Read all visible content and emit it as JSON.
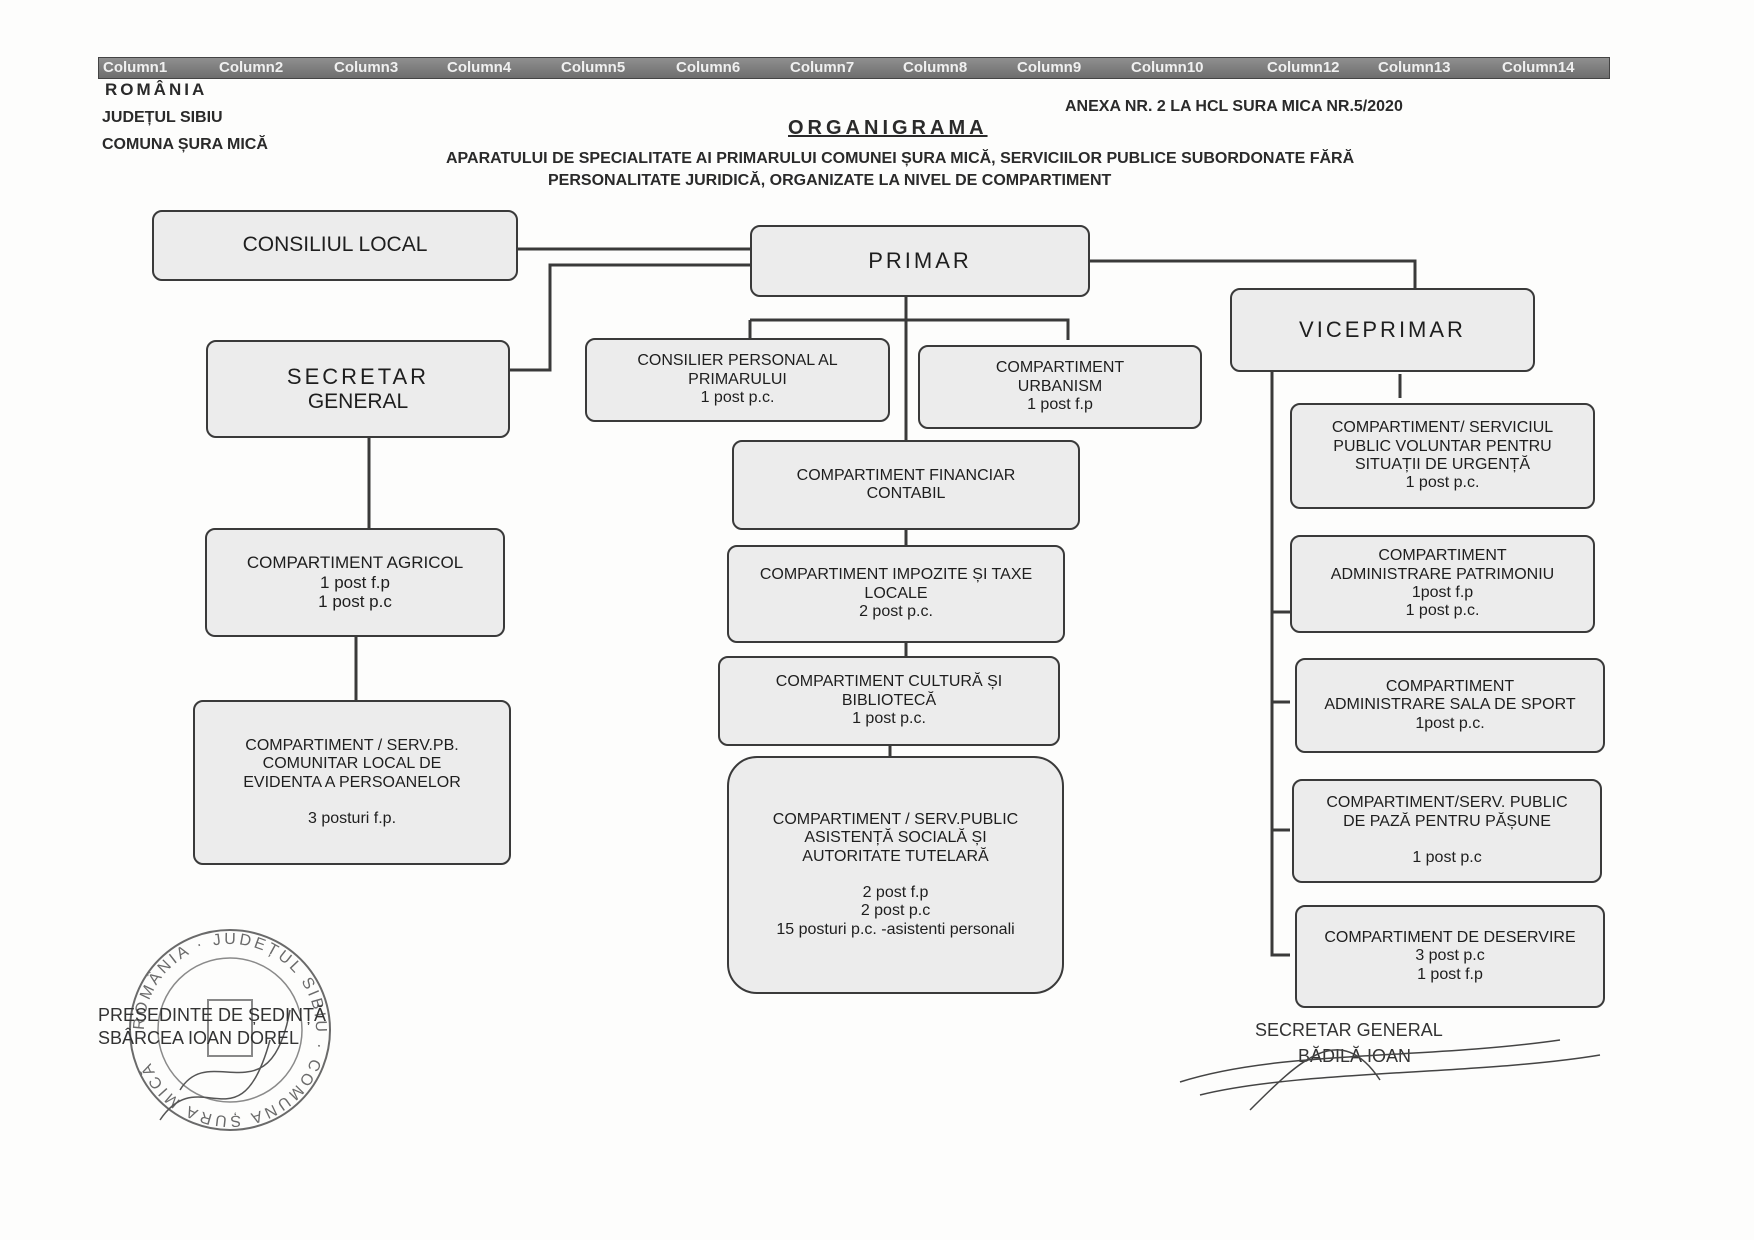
{
  "header": {
    "columns": [
      "Column1",
      "Column2",
      "Column3",
      "Column4",
      "Column5",
      "Column6",
      "Column7",
      "Column8",
      "Column9",
      "Column10",
      "Column12",
      "Column13",
      "Column14"
    ],
    "country": "ROMÂNIA",
    "county": "JUDEȚUL SIBIU",
    "commune": "COMUNA ȘURA MICĂ",
    "annex": "ANEXA NR. 2 LA HCL SURA MICA NR.5/2020",
    "title": "ORGANIGRAMA",
    "subtitle_line1": "APARATULUI DE SPECIALITATE AI PRIMARULUI COMUNEI ȘURA MICĂ, SERVICIILOR PUBLICE SUBORDONATE FĂRĂ",
    "subtitle_line2": "PERSONALITATE JURIDICĂ, ORGANIZATE LA NIVEL DE COMPARTIMENT"
  },
  "nodes": {
    "consiliul_local": "CONSILIUL  LOCAL",
    "primar": "PRIMAR",
    "viceprimar": "VICEPRIMAR",
    "secretar": {
      "line1": "SECRETAR",
      "line2": "GENERAL"
    },
    "consilier": {
      "line1": "CONSILIER PERSONAL AL",
      "line2": "PRIMARULUI",
      "line3": "1 post p.c."
    },
    "urbanism": {
      "line1": "COMPARTIMENT",
      "line2": "URBANISM",
      "line3": "1 post f.p"
    },
    "financiar": {
      "line1": "COMPARTIMENT FINANCIAR",
      "line2": "CONTABIL"
    },
    "impozite": {
      "line1": "COMPARTIMENT IMPOZITE ȘI TAXE",
      "line2": "LOCALE",
      "line3": "2 post p.c."
    },
    "cultura": {
      "line1": "COMPARTIMENT CULTURĂ ȘI",
      "line2": "BIBLIOTECĂ",
      "line3": "1 post p.c."
    },
    "asistenta": {
      "line1": "COMPARTIMENT / SERV.PUBLIC",
      "line2": "ASISTENȚĂ SOCIALĂ ȘI",
      "line3": "AUTORITATE TUTELARĂ",
      "line4": "2 post f.p",
      "line5": "2 post p.c",
      "line6": "15 posturi p.c. -asistenti personali"
    },
    "agricol": {
      "line1": "COMPARTIMENT AGRICOL",
      "line2": "1 post f.p",
      "line3": "1 post p.c"
    },
    "evidenta": {
      "line1": "COMPARTIMENT / SERV.PB.",
      "line2": "COMUNITAR LOCAL DE",
      "line3": "EVIDENTA A PERSOANELOR",
      "line4": "3 posturi f.p."
    },
    "urgenta": {
      "line1": "COMPARTIMENT/ SERVICIUL",
      "line2": "PUBLIC VOLUNTAR PENTRU",
      "line3": "SITUAȚII DE URGENȚĂ",
      "line4": "1 post p.c."
    },
    "patrimoniu": {
      "line1": "COMPARTIMENT",
      "line2": "ADMINISTRARE PATRIMONIU",
      "line3": "1post f.p",
      "line4": "1 post p.c."
    },
    "sport": {
      "line1": "COMPARTIMENT",
      "line2": "ADMINISTRARE SALA DE SPORT",
      "line3": "1post p.c."
    },
    "paza": {
      "line1": "COMPARTIMENT/SERV. PUBLIC",
      "line2": "DE PAZĂ PENTRU PĂȘUNE",
      "line3": "1 post p.c"
    },
    "deservire": {
      "line1": "COMPARTIMENT DE DESERVIRE",
      "line2": "3 post p.c",
      "line3": "1 post f.p"
    }
  },
  "signatures": {
    "presedinte_title": "PRESEDINTE DE ȘEDINȚĂ",
    "presedinte_name": "SBÂRCEA IOAN DOREL",
    "secretar_title": "SECRETAR GENERAL",
    "secretar_name": "BĂDILĂ IOAN",
    "stamp_text": "ROMÂNIA · JUDEȚUL SIBIU · COMUNA ȘURA MICĂ"
  },
  "colors": {
    "box_fill": "#ececec",
    "border": "#3a3a3a",
    "header_bar": "#7a7a7a"
  }
}
